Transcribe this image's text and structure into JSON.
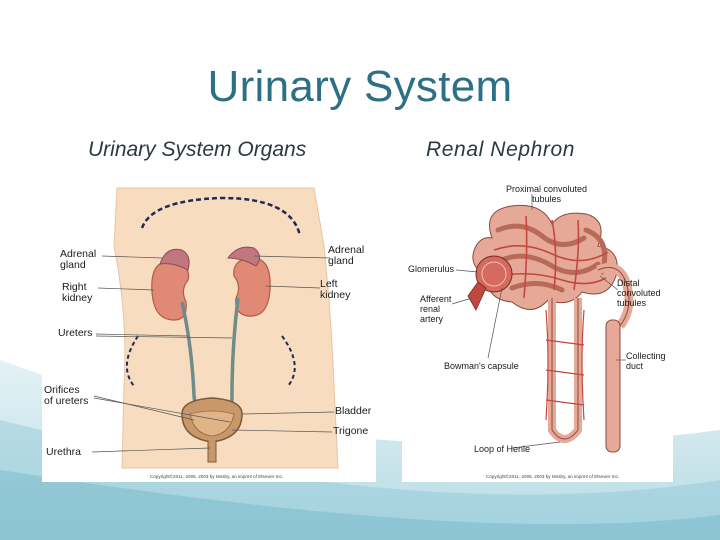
{
  "slide": {
    "title": "Urinary System",
    "left_heading": "Urinary System Organs",
    "right_heading": "Renal Nephron"
  },
  "organs_diagram": {
    "labels": {
      "adrenal_gland_left": "Adrenal\ngland",
      "right_kidney": "Right\nkidney",
      "ureters": "Ureters",
      "orifices": "Orifices\nof ureters",
      "urethra": "Urethra",
      "adrenal_gland_right": "Adrenal\ngland",
      "left_kidney": "Left\nkidney",
      "bladder": "Bladder",
      "trigone": "Trigone"
    },
    "copyright": "Copyright©2011, 2006, 2003 by Mosby, an imprint of Elsevier Inc."
  },
  "nephron_diagram": {
    "labels": {
      "proximal": "Proximal convoluted\ntubules",
      "glomerulus": "Glomerulus",
      "afferent": "Afferent\nrenal\nartery",
      "distal": "Distal\nconvoluted\ntubules",
      "collecting": "Collecting\nduct",
      "bowman": "Bowman's capsule",
      "loop": "Loop of Henle"
    },
    "copyright": "Copyright©2011, 2006, 2003 by Mosby, an imprint of Elsevier Inc."
  },
  "colors": {
    "title": "#2d6f86",
    "skin": "#f8dcc0",
    "kidney": "#e08a76",
    "adrenal": "#c0787e",
    "nephron": "#d6907f",
    "vessel": "#c4473f"
  }
}
